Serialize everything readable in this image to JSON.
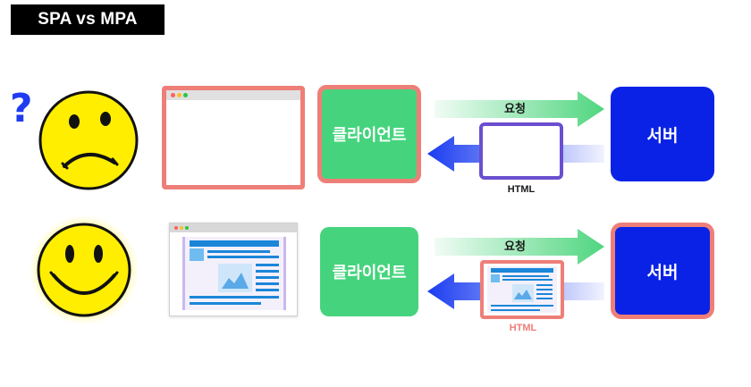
{
  "title": "SPA vs MPA",
  "question_mark": "?",
  "rows": [
    {
      "client_label": "클라이언트",
      "request_label": "요청",
      "server_label": "서버",
      "response_label": "HTML"
    },
    {
      "client_label": "클라이언트",
      "request_label": "요청",
      "server_label": "서버",
      "response_label": "HTML"
    }
  ],
  "colors": {
    "highlight_border": "#ee7f78",
    "client_green": "#45d47d",
    "server_blue": "#0a22e6",
    "request_arrow": "#4fd67f",
    "response_arrow": "#1a3cf0",
    "html_doc_border": "#6a4fd0",
    "smiley_yellow": "#ffee00",
    "question_blue": "#1f3cf2"
  },
  "icons": [
    "sad-face-icon",
    "happy-face-icon",
    "question-mark-icon",
    "browser-window-icon",
    "web-page-icon"
  ]
}
